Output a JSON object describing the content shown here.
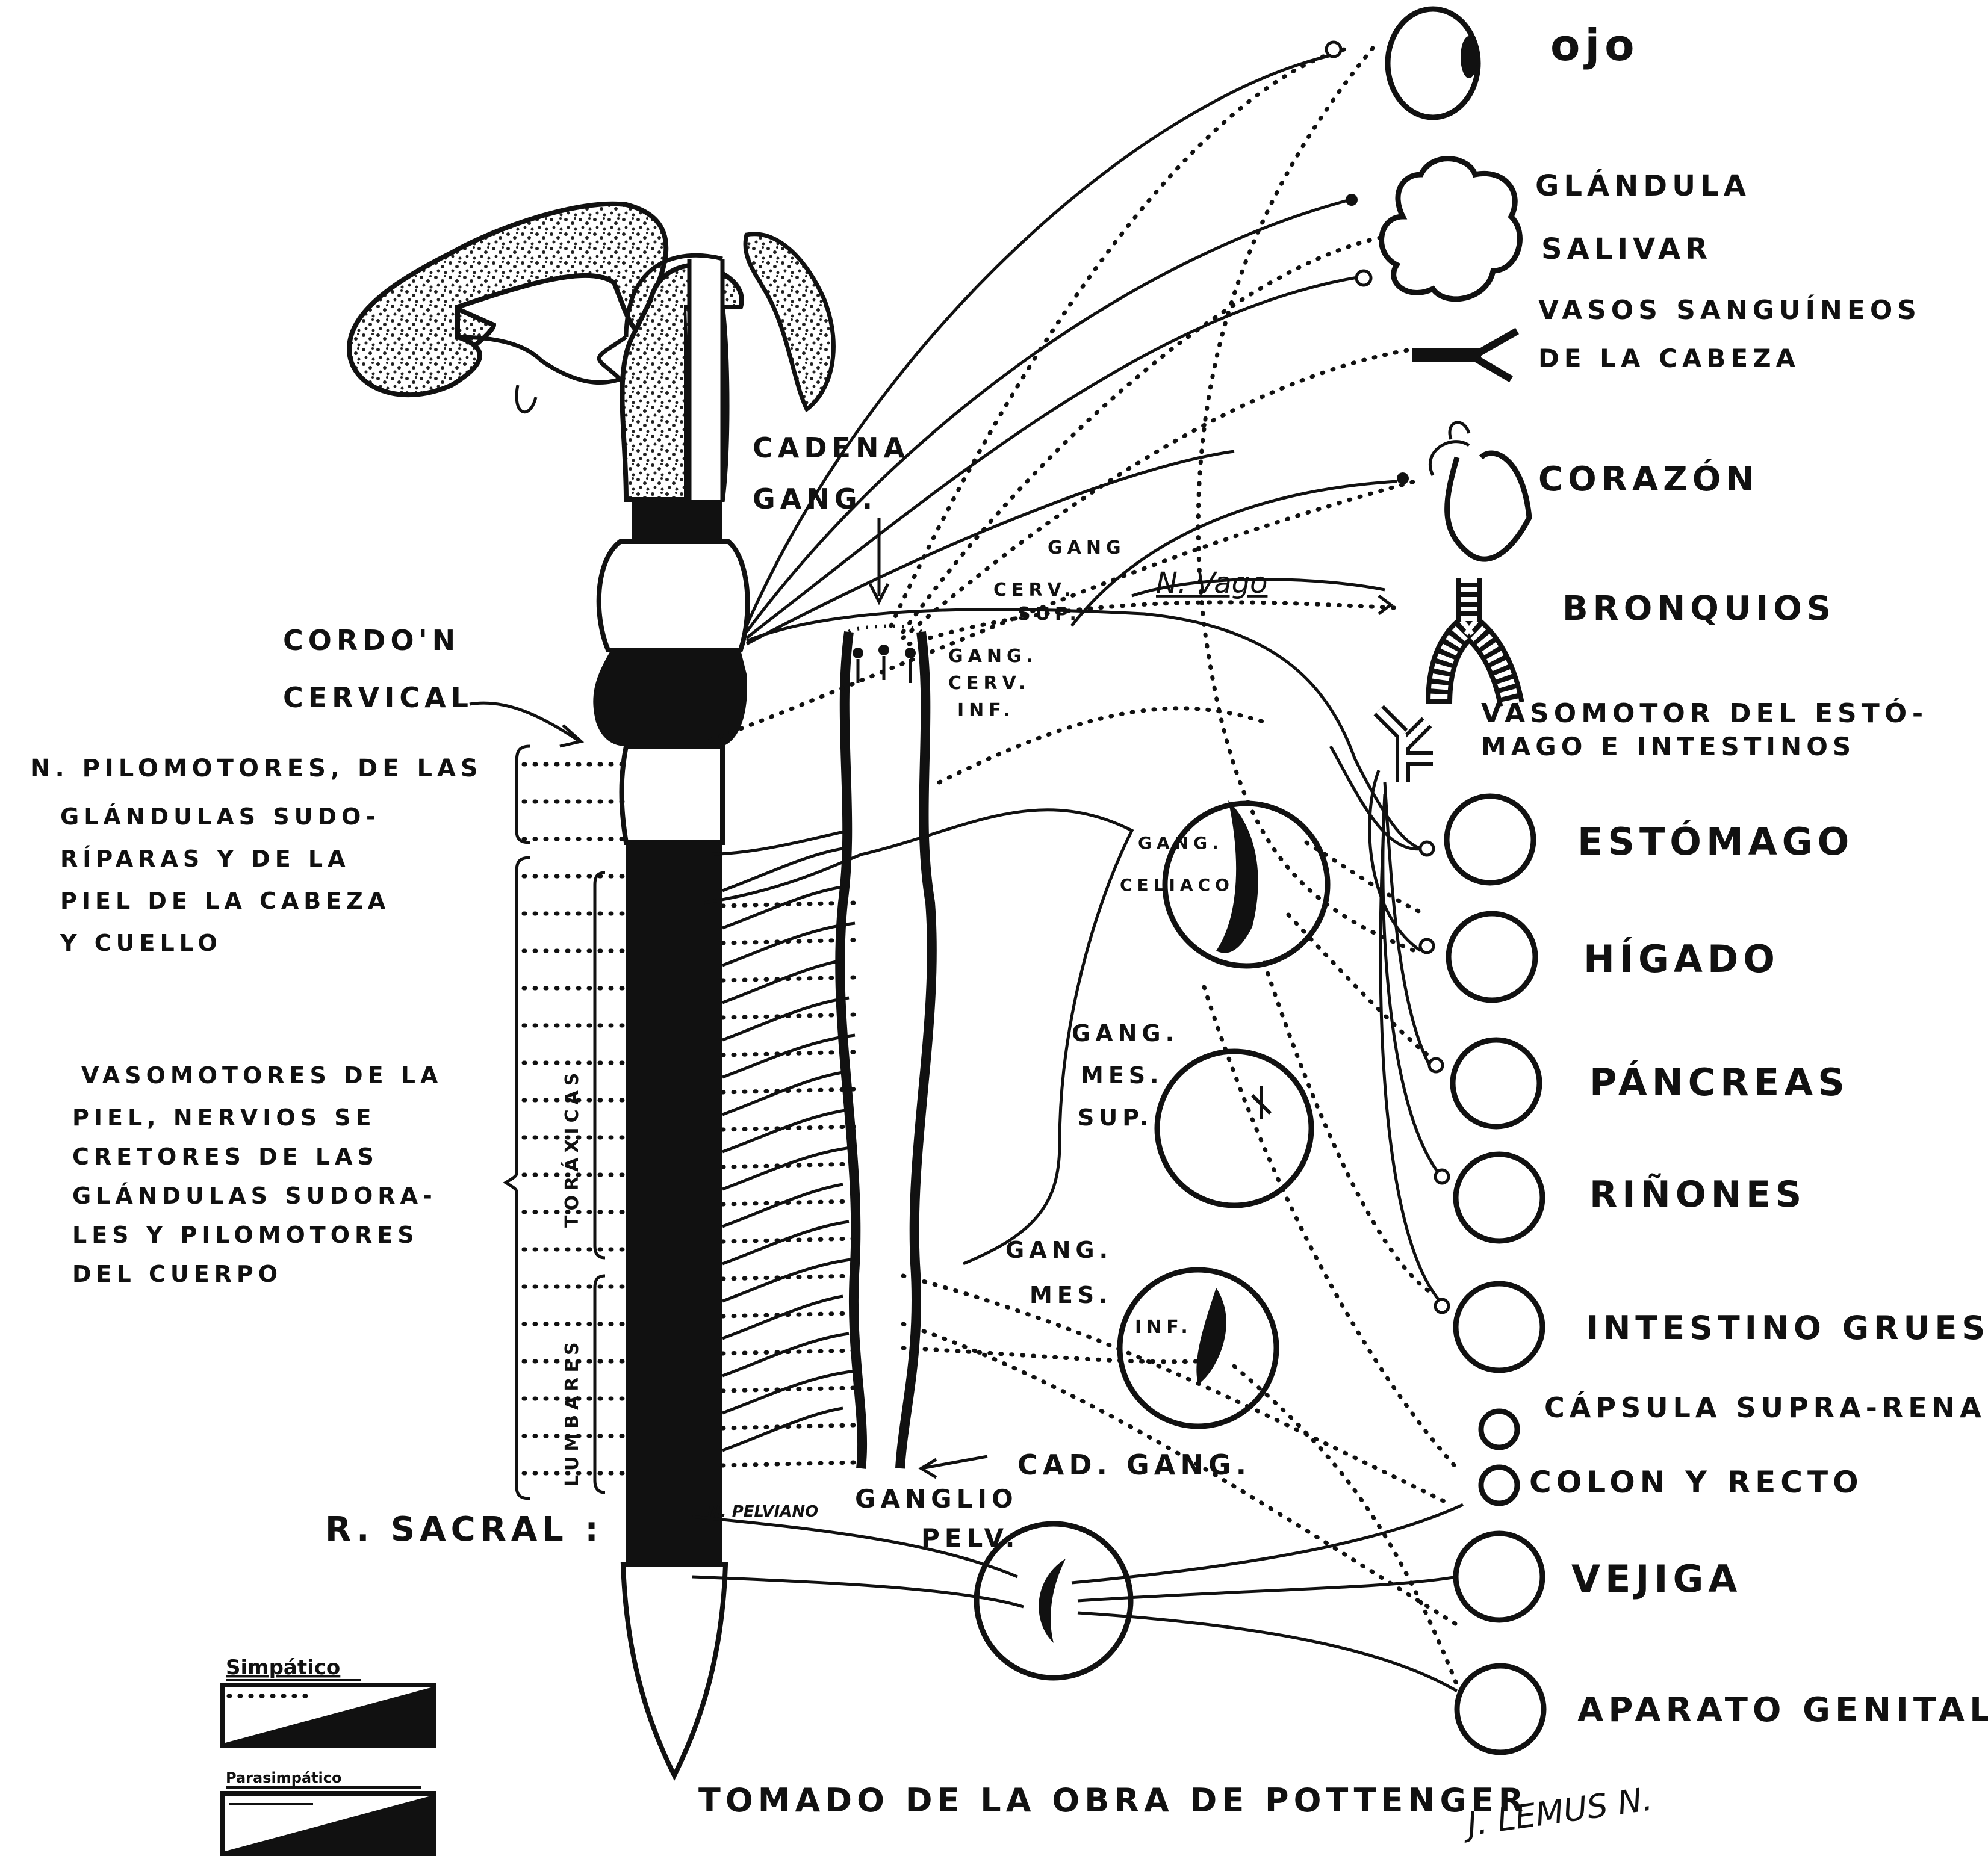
{
  "labels": {
    "ojo": "ojo",
    "glandula": "GLÁNDULA",
    "salivar": "SALIVAR",
    "vasos_1": "VASOS SANGUÍNEOS",
    "vasos_2": "DE LA CABEZA",
    "corazon": "CORAZÓN",
    "bronquios": "BRONQUIOS",
    "vasomotor_1": "VASOMOTOR DEL ESTÓ-",
    "vasomotor_2": "MAGO E INTESTINOS",
    "estomago": "ESTÓMAGO",
    "higado": "HÍGADO",
    "pancreas": "PÁNCREAS",
    "rinones": "RIÑONES",
    "intestino_grueso": "INTESTINO GRUESO",
    "capsula": "CÁPSULA SUPRA-RENAL",
    "colon": "COLON Y RECTO",
    "vejiga": "VEJIGA",
    "aparato": "APARATO GENITAL",
    "cadena_1": "CADENA",
    "cadena_2": "GANG.",
    "gang_cerv_sup_1": "GANG",
    "gang_cerv_sup_2": "CERV.",
    "gang_cerv_sup_3": "SUP.",
    "n_vago": "N. Vago",
    "gang_cerv_inf_1": "GANG.",
    "gang_cerv_inf_2": "CERV.",
    "gang_cerv_inf_3": "INF.",
    "gang_celiaco_1": "GANG.",
    "gang_celiaco_2": "CELIACO",
    "gang_mes_sup_1": "GANG.",
    "gang_mes_sup_2": "MES.",
    "gang_mes_sup_3": "SUP.",
    "gang_mes_inf_1": "GANG.",
    "gang_mes_inf_2": "MES.",
    "gang_mes_inf_3": "INF.",
    "cad_gang": "CAD. GANG.",
    "ganglio_pelv_1": "GANGLIO",
    "ganglio_pelv_2": "PELV.",
    "n_pelviano": "N. PELVIANO",
    "cordon_1": "CORDO'N",
    "cordon_2": "CERVICAL",
    "pilo_1": "N. PILOMOTORES, DE LAS",
    "pilo_2": "GLÁNDULAS SUDO-",
    "pilo_3": "RÍPARAS Y DE LA",
    "pilo_4": "PIEL DE LA CABEZA",
    "pilo_5": "Y CUELLO",
    "vaso_1": "VASOMOTORES DE LA",
    "vaso_2": "PIEL, NERVIOS SE",
    "vaso_3": "CRETORES DE LAS",
    "vaso_4": "GLÁNDULAS SUDORA-",
    "vaso_5": "LES Y PILOMOTORES",
    "vaso_6": "DEL CUERPO",
    "toraxicas": "TORÁXICAS",
    "lumbares": "LUMBARES",
    "r_sacral": "R. SACRAL :",
    "legend_simpatico": "Simpático",
    "legend_parasimpatico": "Parasimpático",
    "credit": "TOMADO DE LA OBRA DE POTTENGER",
    "signature": "J. LEMUS N."
  }
}
